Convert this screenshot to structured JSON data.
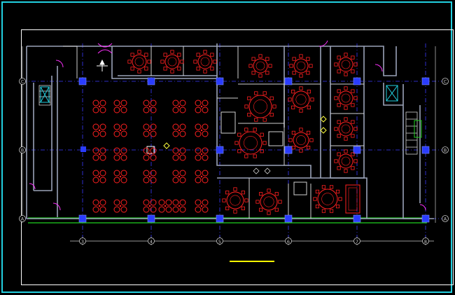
{
  "drawing": {
    "colors": {
      "frame": "#22d0e0",
      "inner_frame": "#ffffff",
      "wall": "#9aa2b8",
      "wall_light": "#d0d0d0",
      "grid_axis": "#3a3aff",
      "column": "#2a3cff",
      "furniture": "#ff2020",
      "annotation": "#ffff40",
      "door": "#ff30ff",
      "dimension": "#c8c8c8",
      "green_line": "#20d020",
      "scale_bar": "#ffff00"
    },
    "axes_vertical": [
      {
        "label": "3"
      },
      {
        "label": "4"
      },
      {
        "label": "5"
      },
      {
        "label": "6"
      },
      {
        "label": "7"
      },
      {
        "label": "8"
      }
    ],
    "axes_horizontal": [
      {
        "label": "C"
      },
      {
        "label": "B"
      },
      {
        "label": "A"
      }
    ],
    "icons": [
      "north-arrow-icon",
      "stair-icon",
      "elevator-icon",
      "door-swing-icon",
      "round-table-icon",
      "banquet-seat-icon"
    ]
  }
}
